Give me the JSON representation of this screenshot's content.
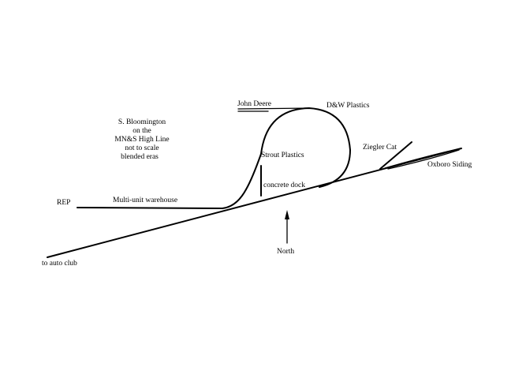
{
  "title_block": {
    "line1": "S. Bloomington",
    "line2": "on the",
    "line3": "MN&S High Line",
    "line4": "not to scale",
    "line5": "blended eras"
  },
  "labels": {
    "john_deere": "John Deere",
    "dw_plastics": "D&W Plastics",
    "strout_plastics": "Strout Plastics",
    "ziegler_cat": "Ziegler Cat",
    "oxboro_siding": "Oxboro Siding",
    "concrete_dock": "concrete dock",
    "rep": "REP",
    "multi_unit_warehouse": "Multi-unit warehouse",
    "north": "North",
    "to_auto_club": "to auto club"
  },
  "colors": {
    "background": "#ffffff",
    "ink": "#000000"
  }
}
